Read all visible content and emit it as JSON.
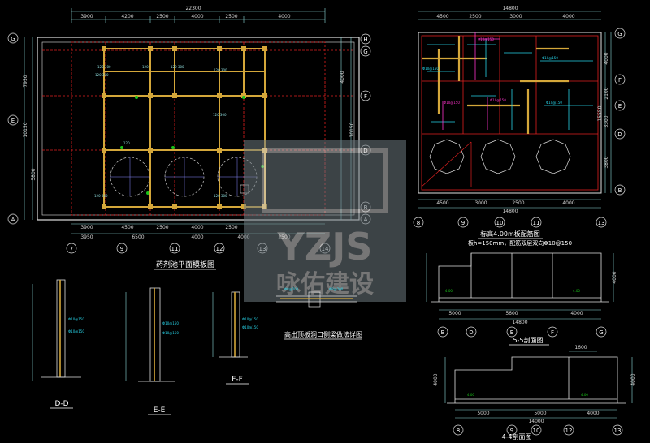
{
  "watermark": {
    "top": "YZJS",
    "bottom": "咏佑建设"
  },
  "plan": {
    "title": "药剂池平面模板图",
    "top_total": "22300",
    "top_dims": [
      "3900",
      "4200",
      "2500",
      "4000",
      "2500",
      "4000"
    ],
    "bottom_dims_a": [
      "3900",
      "4500",
      "2500",
      "4000",
      "2500"
    ],
    "bottom_dims_b": [
      "3950",
      "6500",
      "4000",
      "4000",
      "2500"
    ],
    "left_dims": [
      "7950",
      "10150",
      "5800"
    ],
    "right_dims": [
      "4000",
      "10150"
    ],
    "grid_left": [
      "G",
      "E",
      "A"
    ],
    "grid_right": [
      "H",
      "G",
      "F",
      "D",
      "B",
      "A"
    ],
    "grid_bottom": [
      "7",
      "9",
      "11",
      "12",
      "13",
      "14"
    ]
  },
  "slab": {
    "title": "标高4.00m板配筋图",
    "note": "板h=150mm，配筋双层双向Φ10@150",
    "top_total": "14800",
    "top_dims": [
      "4500",
      "2500",
      "3000",
      "4000"
    ],
    "bottom_dims": [
      "4500",
      "3000",
      "2500",
      "4000"
    ],
    "bottom_total": "14800",
    "right_dims": [
      "4000",
      "2100",
      "3300",
      "3800"
    ],
    "right_total": "15550",
    "grid_right": [
      "G",
      "F",
      "E",
      "D",
      "B"
    ],
    "grid_bottom": [
      "8",
      "9",
      "10",
      "11",
      "13"
    ]
  },
  "beam_detail": {
    "title": "高出顶板洞口侧梁做法详图"
  },
  "sections": [
    {
      "label": "D-D"
    },
    {
      "label": "E-E"
    },
    {
      "label": "F-F"
    }
  ],
  "sec55": {
    "title": "5-5剖面图",
    "dims": [
      "5000",
      "5600",
      "4000"
    ],
    "total": "14800",
    "height": "4000",
    "grid": [
      "B",
      "D",
      "E",
      "F",
      "G"
    ]
  },
  "sec44": {
    "title": "4-4剖面图",
    "dims": [
      "5000",
      "5000",
      "4000"
    ],
    "total": "14000",
    "top_dim": "1600",
    "height": "4000",
    "grid": [
      "8",
      "9",
      "10",
      "12",
      "13"
    ]
  }
}
